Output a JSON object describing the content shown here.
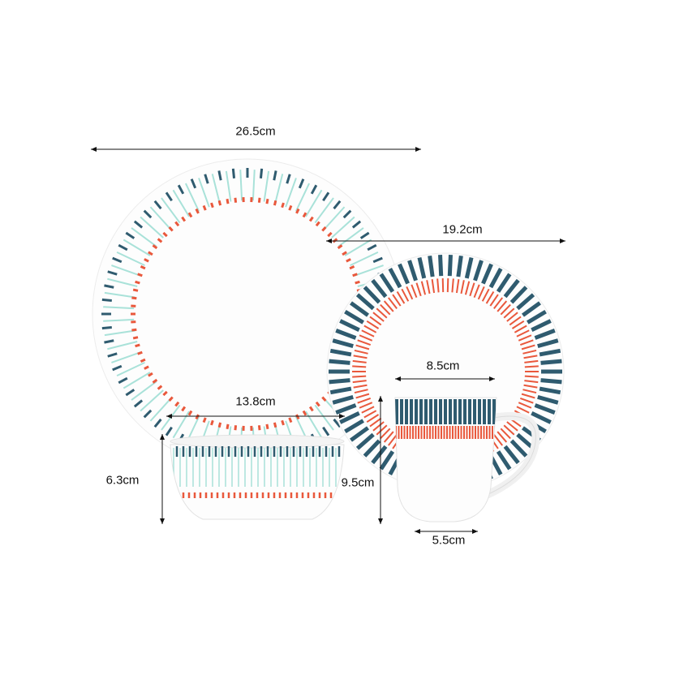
{
  "colors": {
    "navy": "#2f5b6f",
    "orange": "#e9583c",
    "mint": "#a9e2d9",
    "dim": "#111111"
  },
  "dimensions": {
    "dinner_plate_diameter": "26.5cm",
    "side_plate_diameter": "19.2cm",
    "mug_top_diameter": "8.5cm",
    "bowl_diameter": "13.8cm",
    "bowl_height": "6.3cm",
    "mug_height": "9.5cm",
    "mug_base_diameter": "5.5cm"
  }
}
